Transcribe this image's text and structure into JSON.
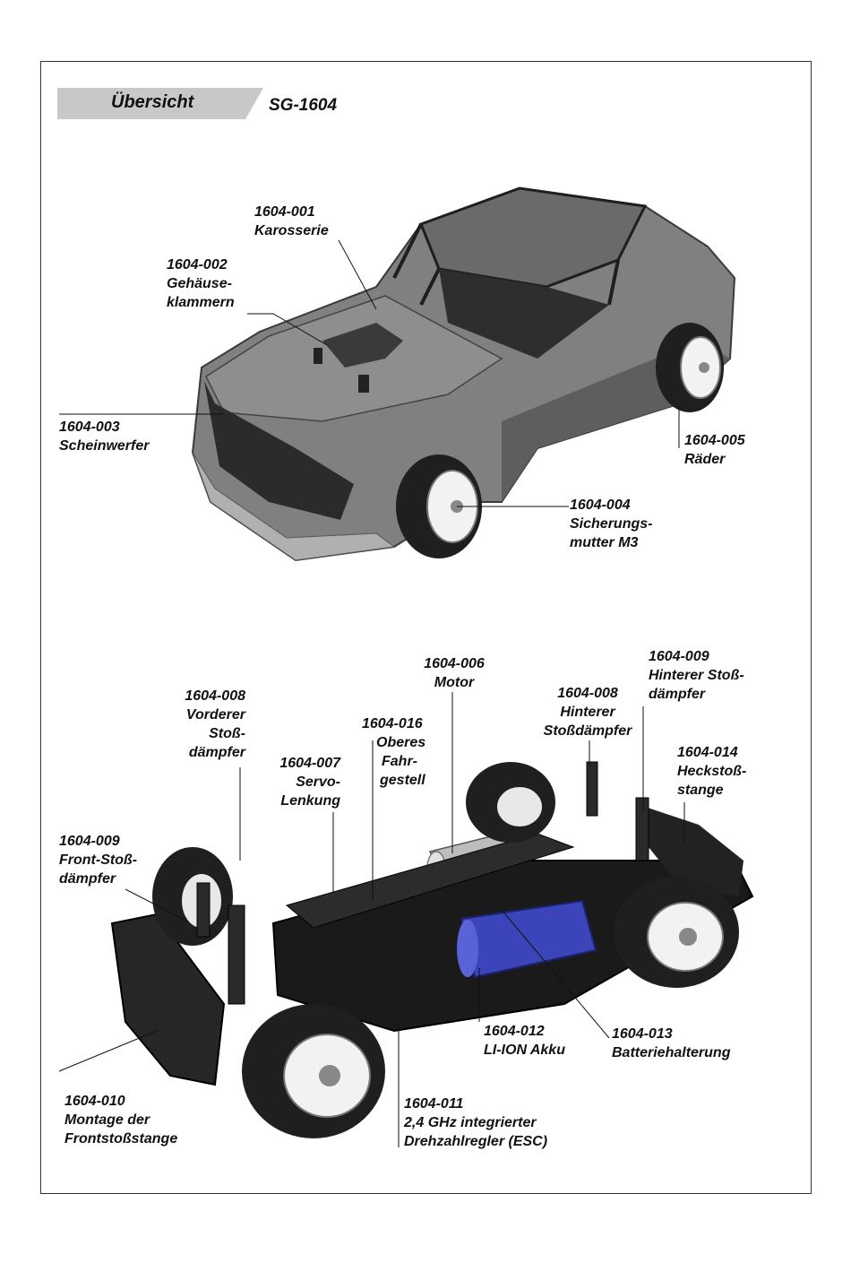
{
  "header": {
    "title": "Übersicht",
    "model": "SG-1604"
  },
  "colors": {
    "header_bar": "#c8c8c8",
    "ink": "#111111",
    "body_grey": "#7a7a7a",
    "chassis_black": "#1a1a1a",
    "battery_blue": "#3b44b8",
    "rim_white": "#f2f2f2"
  },
  "car_labels": [
    {
      "code": "1604-001",
      "lines": [
        "Karosserie"
      ]
    },
    {
      "code": "1604-002",
      "lines": [
        "Gehäuse-",
        "klammern"
      ]
    },
    {
      "code": "1604-003",
      "lines": [
        "Scheinwerfer"
      ]
    },
    {
      "code": "1604-005",
      "lines": [
        "Räder"
      ]
    },
    {
      "code": "1604-004",
      "lines": [
        "Sicherungs-",
        "mutter M3"
      ]
    }
  ],
  "chassis_labels": [
    {
      "code": "1604-006",
      "lines": [
        "Motor"
      ]
    },
    {
      "code": "1604-009",
      "lines": [
        "Hinterer Stoß-",
        "dämpfer"
      ]
    },
    {
      "code": "1604-008",
      "lines": [
        "Vorderer",
        "Stoß-",
        "dämpfer"
      ]
    },
    {
      "code": "1604-008",
      "lines": [
        "Hinterer",
        "Stoßdämpfer"
      ]
    },
    {
      "code": "1604-016",
      "lines": [
        "Oberes",
        "Fahr-",
        "gestell"
      ]
    },
    {
      "code": "1604-007",
      "lines": [
        "Servo-",
        "Lenkung"
      ]
    },
    {
      "code": "1604-014",
      "lines": [
        "Heckstoß-",
        "stange"
      ]
    },
    {
      "code": "1604-009",
      "lines": [
        "Front-Stoß-",
        "dämpfer"
      ]
    },
    {
      "code": "1604-012",
      "lines": [
        "LI-ION Akku"
      ]
    },
    {
      "code": "1604-013",
      "lines": [
        "Batteriehalterung"
      ]
    },
    {
      "code": "1604-010",
      "lines": [
        "Montage der",
        "Frontstoßstange"
      ]
    },
    {
      "code": "1604-011",
      "lines": [
        "2,4 GHz integrierter",
        "Drehzahlregler (ESC)"
      ]
    }
  ]
}
